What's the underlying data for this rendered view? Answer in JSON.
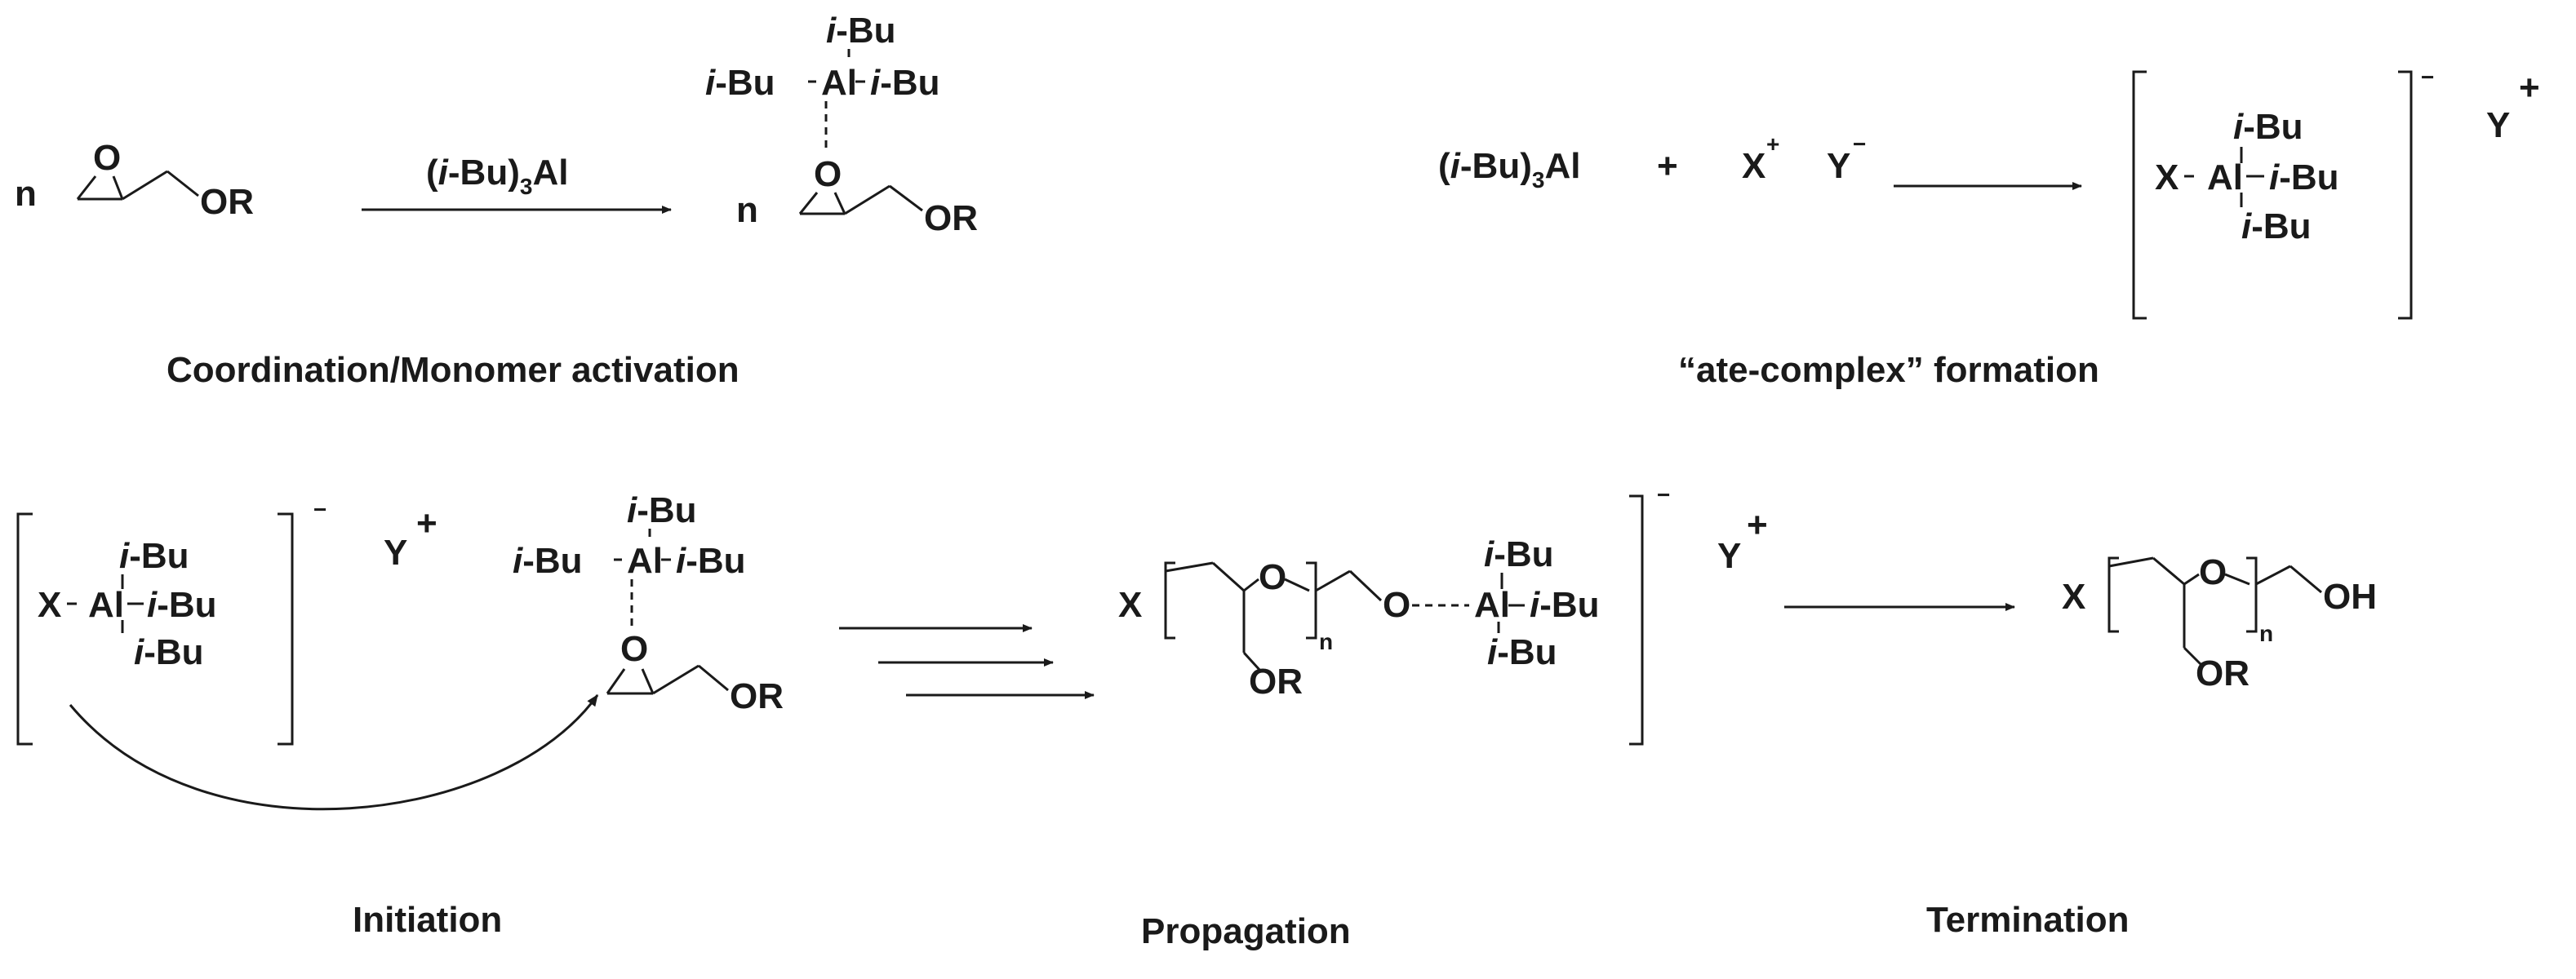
{
  "labels": {
    "n": "n",
    "O": "O",
    "OR": "OR",
    "OH": "OH",
    "X": "X",
    "Y": "Y",
    "Al": "Al",
    "iBu_i": "i",
    "iBu_rest": "-Bu",
    "reagent_paren_open": "(",
    "reagent_i": "i",
    "reagent_bu": "-Bu)",
    "reagent_sub": "3",
    "reagent_al": "Al",
    "plus": "+",
    "charge_plus": "+",
    "charge_minus": "−"
  },
  "captions": {
    "coordination": "Coordination/Monomer activation",
    "ate": "“ate-complex” formation",
    "initiation": "Initiation",
    "propagation": "Propagation",
    "termination": "Termination"
  }
}
